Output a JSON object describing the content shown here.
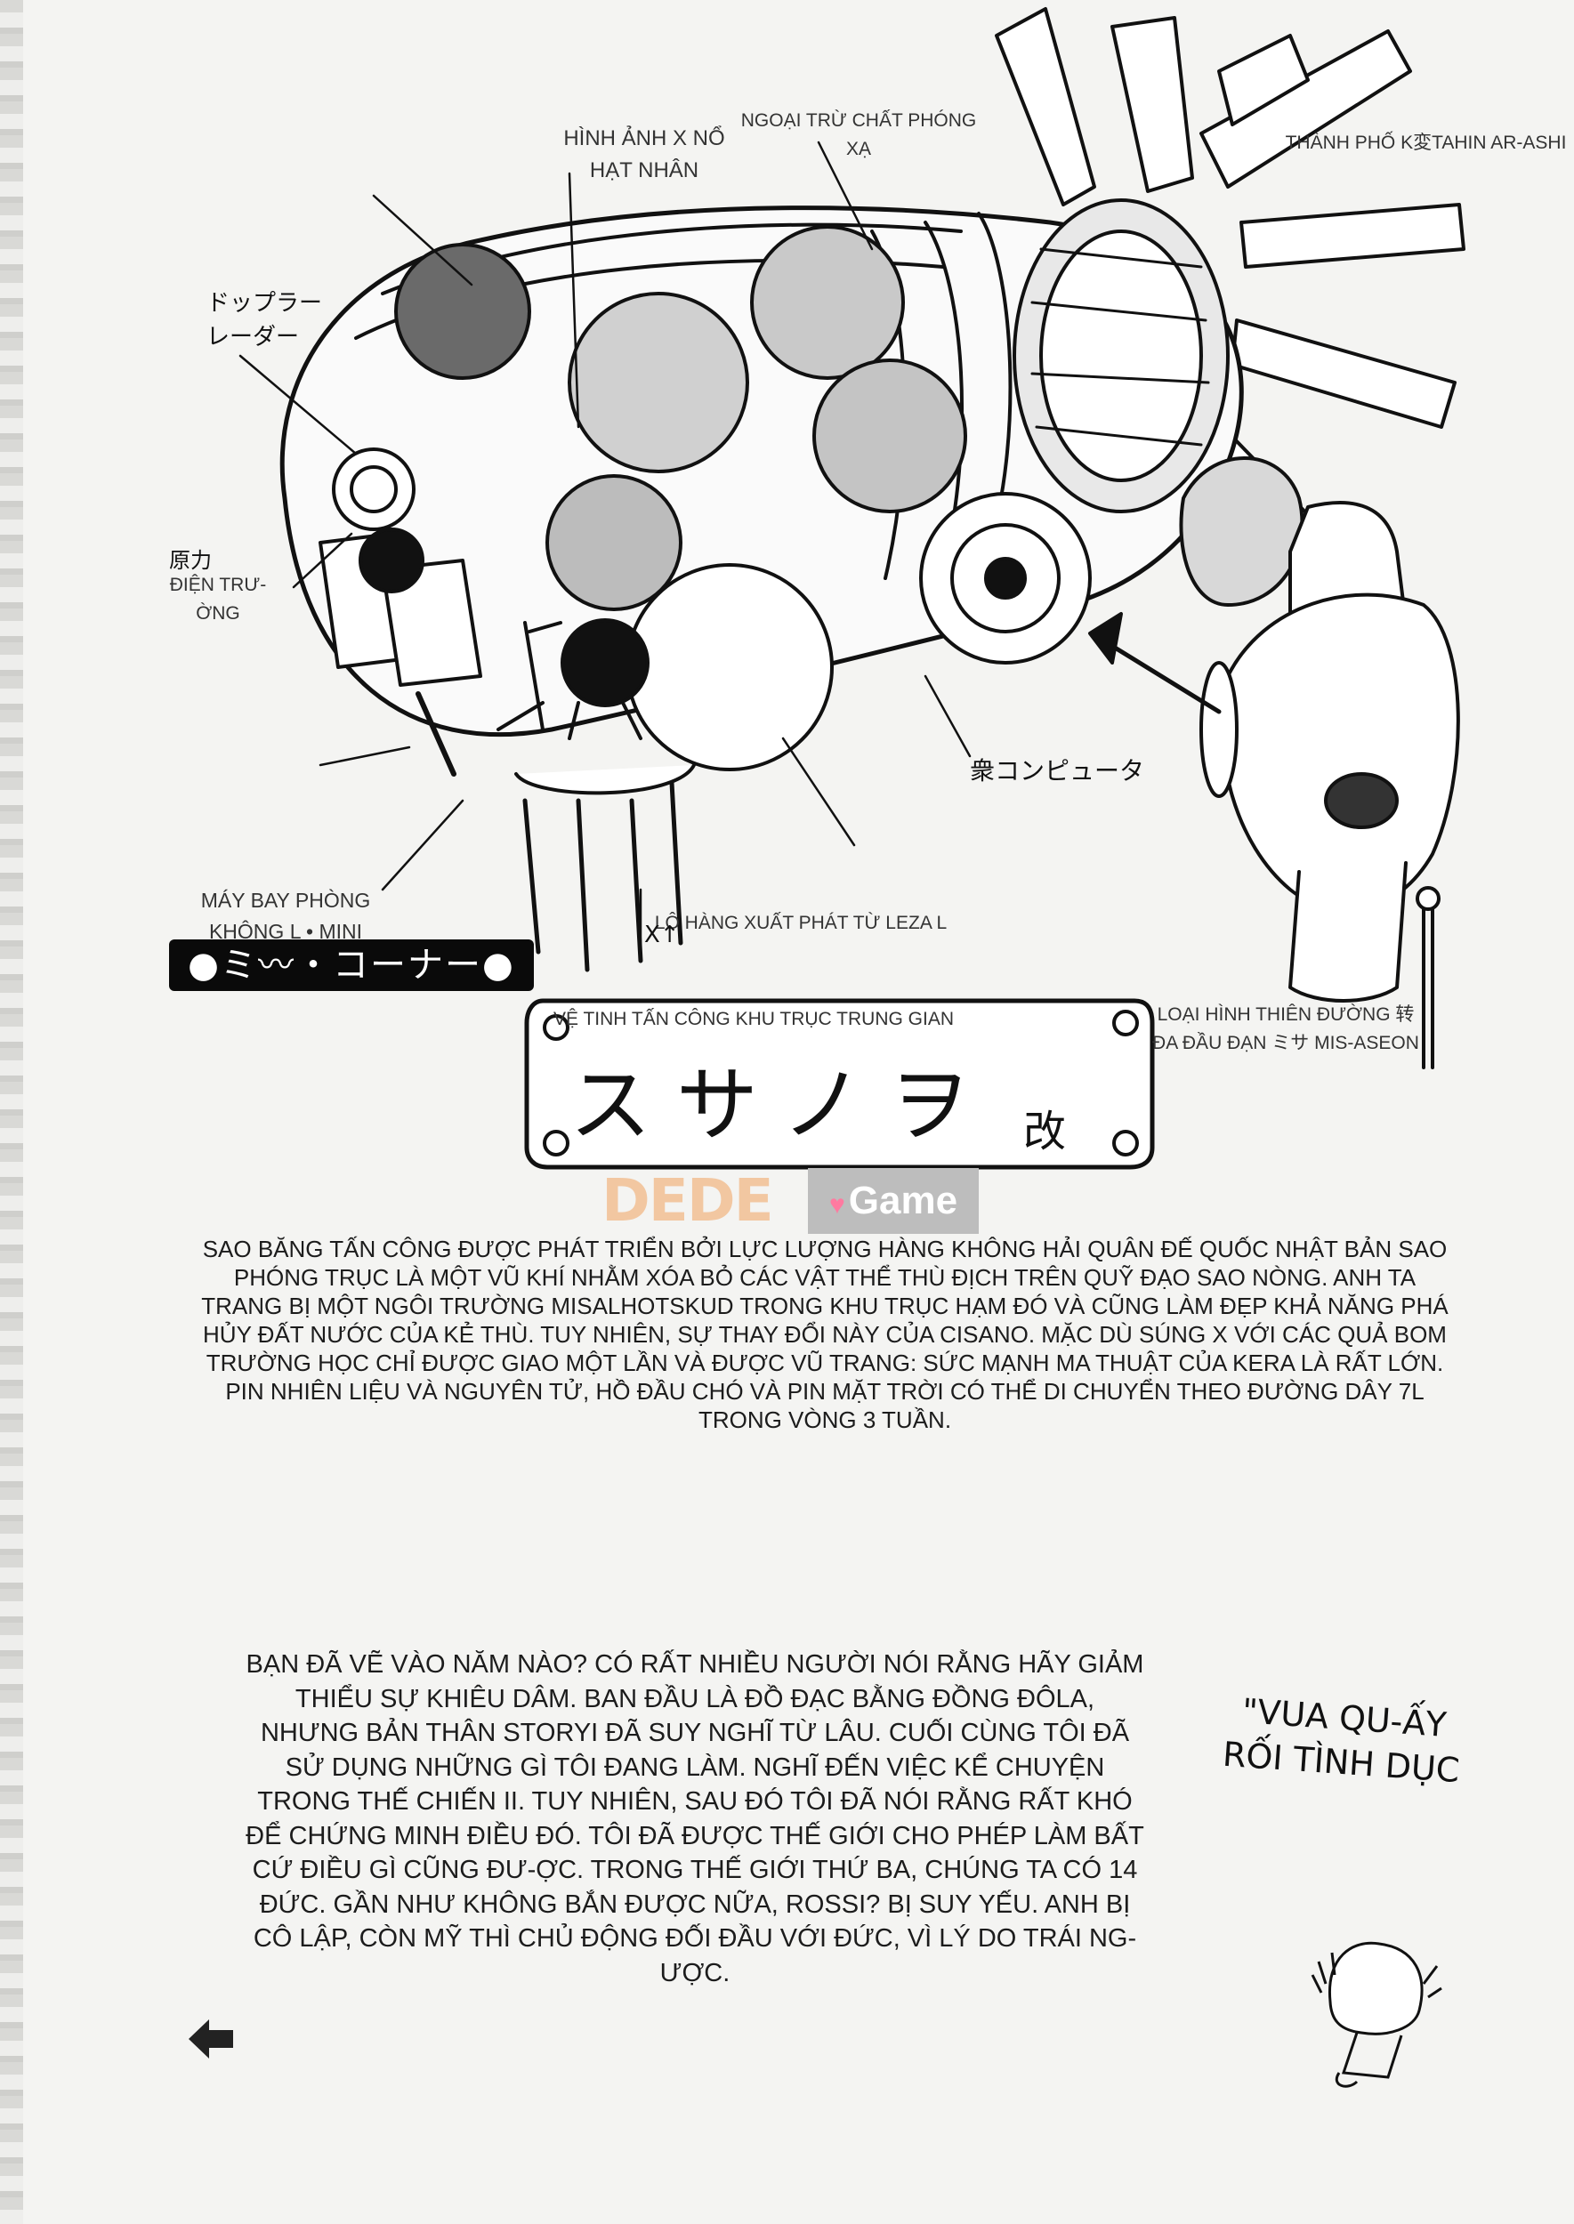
{
  "labels": {
    "nuclear_x_image": "HÌNH ẢNH X NỔ HẠT NHÂN",
    "except_radioactive": "NGOẠI TRỪ CHẤT PHÓNG XẠ",
    "city_kotahin": "THÀNH PHỐ K変TAHIN AR-ASHI",
    "doppler_radar_jp": "ドップラー レーダー",
    "field_jp": "原力",
    "electric_field": "ĐIỆN TRƯ-ỜNG",
    "mini_aircraft": "MÁY BAY PHÒNG KHÔNG L • MINI",
    "cargo_leza": "LÔ HÀNG XUẤT PHÁT TỪ LEZA L",
    "mid_axis_satellite": "VỆ TINH TẤN CÔNG KHU TRỤC TRUNG GIAN",
    "heaven_missile": "LOẠI HÌNH THIÊN ĐƯỜNG 转 ĐA ĐẦU ĐẠN ミサ MIS-ASEON",
    "computer_jp": "衆コンピュータ",
    "marker_x": "X↑"
  },
  "corner_title": "●ミ〰・コーナー●",
  "plate": {
    "title_jp": "スサノヲ",
    "suffix_jp": "改"
  },
  "watermark": {
    "brand": "DEDE",
    "game": "Game"
  },
  "paragraph_1": "SAO BĂNG TẤN CÔNG ĐƯỢC PHÁT TRIỂN BỞI LỰC LƯỢNG HÀNG KHÔNG HẢI QUÂN ĐẾ QUỐC NHẬT BẢN SAO PHÓNG TRỤC LÀ MỘT VŨ KHÍ NHẰM XÓA BỎ CÁC VẬT THỂ THÙ ĐỊCH TRÊN QUỸ ĐẠO SAO NÒNG. ANH TA TRANG BỊ MỘT NGÔI TRƯỜNG MISALHOTSKUD TRONG KHU TRỤC HẠM ĐÓ VÀ CŨNG LÀM ĐẸP KHẢ NĂNG PHÁ HỦY ĐẤT NƯỚC CỦA KẺ THÙ. TUY NHIÊN, SỰ THAY ĐỔI NÀY CỦA CISANO. MẶC DÙ SÚNG X VỚI CÁC QUẢ BOM TRƯỜNG HỌC CHỈ ĐƯỢC GIAO MỘT LẦN VÀ ĐƯỢC VŨ TRANG: SỨC MẠNH MA THUẬT CỦA KERA LÀ RẤT LỚN. PIN NHIÊN LIỆU VÀ NGUYÊN TỬ, HỒ ĐẦU CHÓ VÀ PIN MẶT TRỜI CÓ THỂ DI CHUYỂN THEO ĐƯỜNG DÂY 7L TRONG VÒNG 3 TUẦN.",
  "paragraph_2": "BẠN ĐÃ VẼ VÀO NĂM NÀO? CÓ RẤT NHIỀU NGƯỜI NÓI RẰNG HÃY GIẢM THIỂU SỰ KHIÊU DÂM. BAN ĐẦU LÀ ĐỒ ĐẠC BẰNG ĐỒNG ĐÔLA, NHƯNG BẢN THÂN STORYI ĐÃ SUY NGHĨ TỪ LÂU. CUỐI CÙNG TÔI ĐÃ SỬ DỤNG NHỮNG GÌ TÔI ĐANG LÀM. NGHĨ ĐẾN VIỆC KỂ CHUYỆN TRONG THẾ CHIẾN II. TUY NHIÊN, SAU ĐÓ TÔI ĐÃ NÓI RẰNG RẤT KHÓ ĐỂ CHỨNG MINH ĐIỀU ĐÓ. TÔI ĐÃ ĐƯỢC THẾ GIỚI CHO PHÉP LÀM BẤT CỨ ĐIỀU GÌ CŨNG ĐƯ-ỢC. TRONG THẾ GIỚI THỨ BA, CHÚNG TA CÓ 14 ĐỨC. GẦN NHƯ KHÔNG BẮN ĐƯỢC NỮA, ROSSI? BỊ SUY YẾU. ANH BỊ CÔ LẬP, CÒN MỸ THÌ CHỦ ĐỘNG ĐỐI ĐẦU VỚI ĐỨC, VÌ LÝ DO TRÁI NG-ƯỢC.",
  "slogan": "\"VUA QU-ẤY RỐI TÌNH DỤC"
}
